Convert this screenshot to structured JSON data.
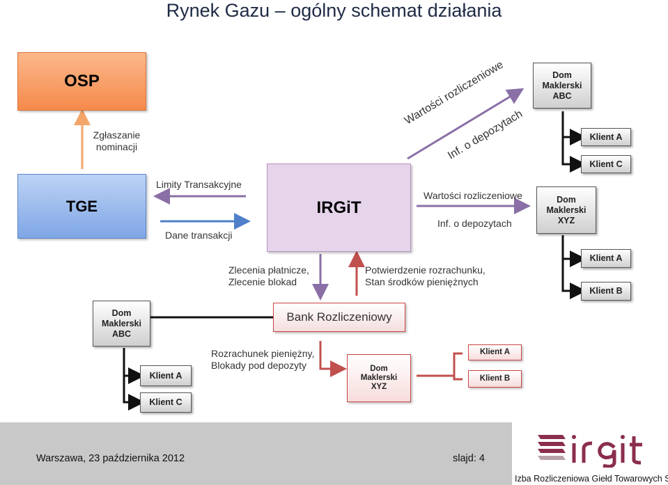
{
  "title": "Rynek Gazu – ogólny schemat działania",
  "nodes": {
    "osp": "OSP",
    "tge": "TGE",
    "irgit": "IRGiT",
    "bank": "Bank Rozliczeniowy",
    "dm_abc_top": "Dom\nMaklerski\nABC",
    "dm_xyz_mid": "Dom\nMaklerski\nXYZ",
    "dm_abc_left": "Dom\nMaklerski\nABC",
    "dm_xyz_bottom": "Dom\nMaklerski\nXYZ",
    "klient_a_1": "Klient A",
    "klient_c_1": "Klient C",
    "klient_a_2": "Klient A",
    "klient_b_2": "Klient B",
    "klient_a_3": "Klient A",
    "klient_c_3": "Klient C",
    "klient_a_4": "Klient A",
    "klient_b_4": "Klient B"
  },
  "labels": {
    "zgloszenia": "Zgłaszanie\nnominacji",
    "limity": "Limity Transakcyjne",
    "dane": "Dane transakcji",
    "wartosci_diag": "Wartości rozliczeniowe",
    "inf_diag": "Inf. o depozytach",
    "wartosci": "Wartości rozliczeniowe",
    "inf": "Inf. o depozytach",
    "zlecenia": "Zlecenia płatnicze,\nZlecenie blokad",
    "potwierdzenie": "Potwierdzenie rozrachunku,\nStan środków pieniężnych",
    "rozrachunek": "Rozrachunek pieniężny,\nBlokady pod depozyty"
  },
  "footer": {
    "place_date": "Warszawa, 23 października 2012",
    "slide": "slajd: 4",
    "logo_text": "irgit",
    "company": "Izba Rozliczeniowa Giełd Towarowych S.A."
  },
  "colors": {
    "arrow_orange": "#f4a66a",
    "arrow_purple": "#8a6fa6",
    "arrow_red": "#c0504d",
    "arrow_blue": "#4f7fc8",
    "logo_maroon": "#8b2e4e"
  }
}
